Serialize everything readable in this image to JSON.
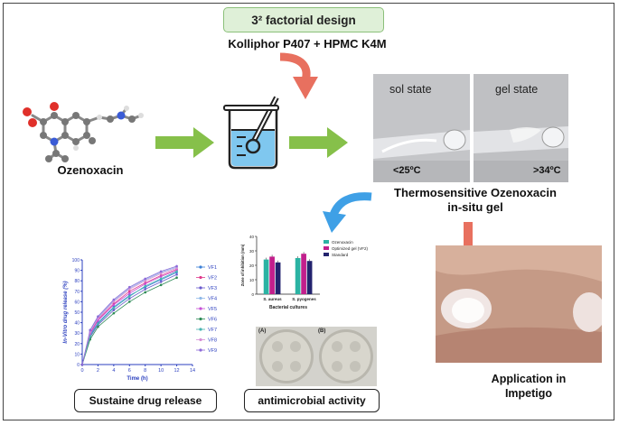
{
  "header": {
    "design_label": "3² factorial design",
    "polymers": "Kolliphor P407 + HPMC K4M"
  },
  "drug": {
    "name": "Ozenoxacin"
  },
  "states": {
    "sol_label": "sol state",
    "gel_label": "gel state",
    "sol_temp": "<25ºC",
    "gel_temp": ">34ºC"
  },
  "gel_title_line1": "Thermosensitive Ozenoxacin",
  "gel_title_line2": "in-situ gel",
  "application": {
    "line1": "Application in",
    "line2": "Impetigo"
  },
  "captions": {
    "release": "Sustaine drug release",
    "antimicrobial": "antimicrobial activity"
  },
  "plates": {
    "label_a": "(A)",
    "label_b": "(B)"
  },
  "colors": {
    "green_arrow": "#86c04a",
    "red_arrow": "#e8705f",
    "blue_arrow": "#3fa0e6"
  },
  "chart_data": [
    {
      "type": "line",
      "xlabel": "Time (h)",
      "ylabel": "In-Vitro drug release (%)",
      "xlim": [
        0,
        14
      ],
      "ylim": [
        0,
        100
      ],
      "xticks": [
        0,
        2,
        4,
        6,
        8,
        10,
        12,
        14
      ],
      "yticks": [
        0,
        10,
        20,
        30,
        40,
        50,
        60,
        70,
        80,
        90,
        100
      ],
      "x": [
        0,
        1,
        2,
        4,
        6,
        8,
        10,
        12
      ],
      "series": [
        {
          "name": "VF1",
          "color": "#3b7fd6",
          "values": [
            0,
            28,
            40,
            55,
            66,
            74,
            81,
            88
          ]
        },
        {
          "name": "VF2",
          "color": "#e03a8c",
          "values": [
            0,
            30,
            43,
            58,
            70,
            78,
            85,
            91
          ]
        },
        {
          "name": "VF3",
          "color": "#6a5acd",
          "values": [
            0,
            26,
            38,
            52,
            63,
            72,
            79,
            86
          ]
        },
        {
          "name": "VF4",
          "color": "#8fb8e8",
          "values": [
            0,
            32,
            45,
            61,
            73,
            81,
            88,
            93
          ]
        },
        {
          "name": "VF5",
          "color": "#c64fd6",
          "values": [
            0,
            29,
            42,
            57,
            68,
            77,
            84,
            90
          ]
        },
        {
          "name": "VF6",
          "color": "#2e8b57",
          "values": [
            0,
            24,
            36,
            49,
            60,
            69,
            76,
            83
          ]
        },
        {
          "name": "VF7",
          "color": "#48b3b0",
          "values": [
            0,
            27,
            39,
            54,
            65,
            75,
            82,
            89
          ]
        },
        {
          "name": "VF8",
          "color": "#d68fd6",
          "values": [
            0,
            31,
            44,
            60,
            72,
            80,
            87,
            92
          ]
        },
        {
          "name": "VF9",
          "color": "#8d6ad8",
          "values": [
            0,
            33,
            46,
            62,
            74,
            82,
            89,
            94
          ]
        }
      ]
    },
    {
      "type": "bar",
      "xlabel": "Bacterial cultures",
      "ylabel": "Zone of inhibition (mm)",
      "ylim": [
        0,
        40
      ],
      "yticks": [
        0,
        10,
        20,
        30,
        40
      ],
      "categories": [
        "S. aureus",
        "S. pyogenes"
      ],
      "series": [
        {
          "name": "Ozenoxacin",
          "color": "#2bb3a3",
          "values": [
            24,
            25
          ]
        },
        {
          "name": "Optimized gel (VF2)",
          "color": "#c21f8c",
          "values": [
            26,
            28
          ]
        },
        {
          "name": "Standard",
          "color": "#23236e",
          "values": [
            22,
            23
          ]
        }
      ]
    }
  ]
}
